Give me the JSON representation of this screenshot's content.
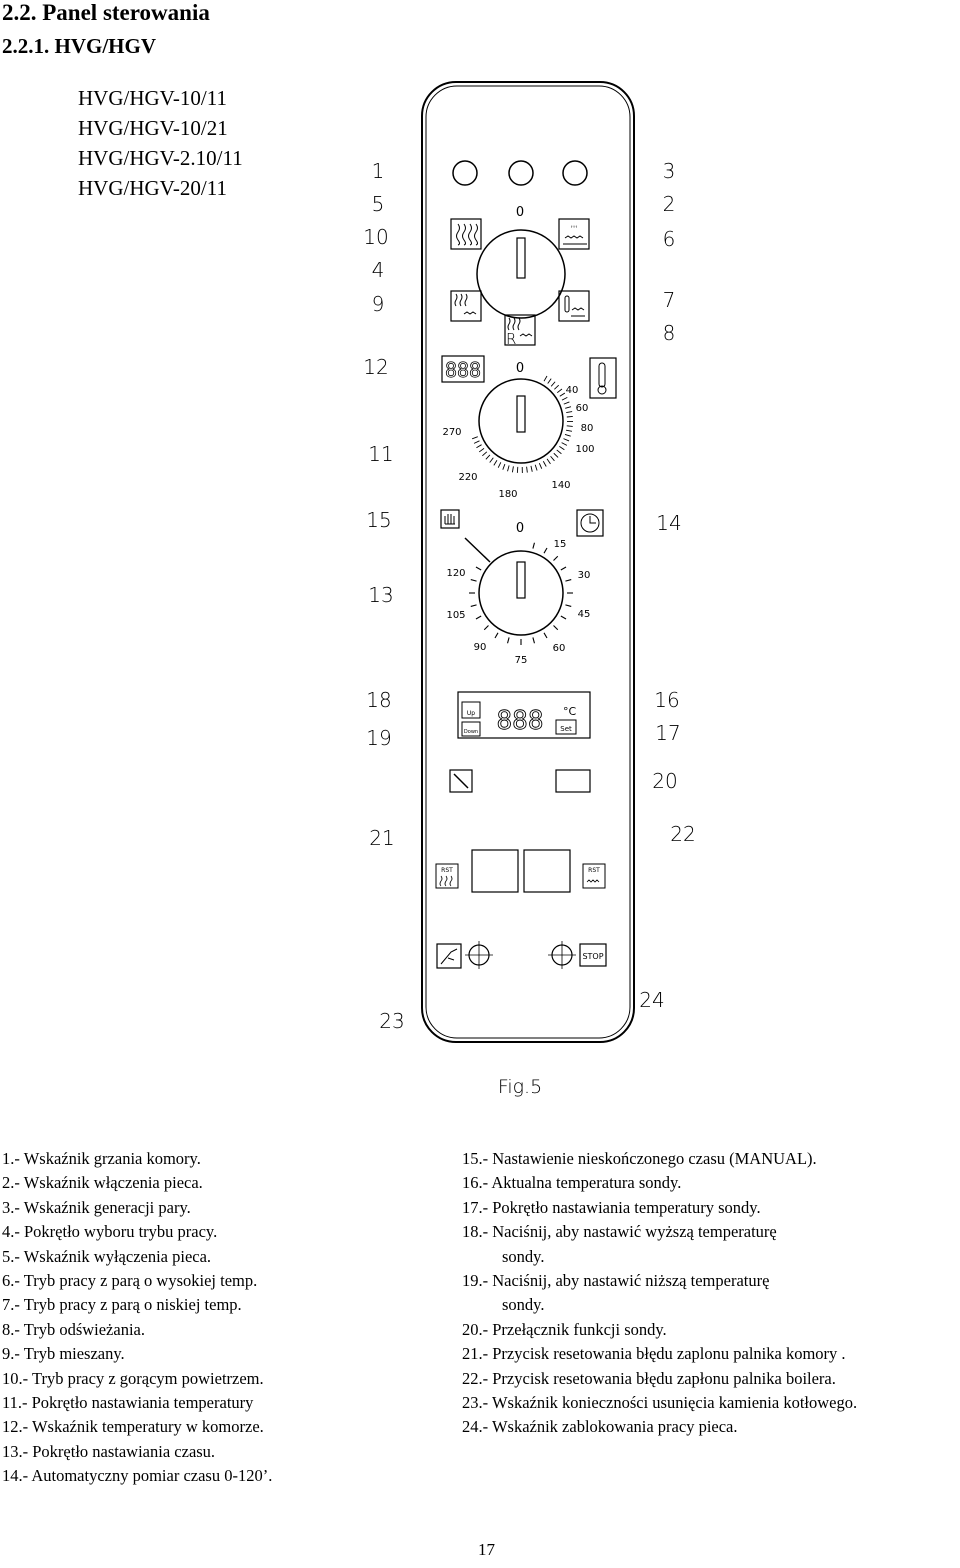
{
  "header": {
    "section": "2.2.  Panel sterowania",
    "subsection": "2.2.1.  HVG/HGV"
  },
  "models": [
    "HVG/HGV-10/11",
    "HVG/HGV-10/21",
    "HVG/HGV-2.10/11",
    "HVG/HGV-20/11"
  ],
  "figure": {
    "caption": "Fig.5",
    "callouts_left": [
      "1",
      "5",
      "10",
      "4",
      "9",
      "12",
      "11",
      "15",
      "13",
      "18",
      "19",
      "21",
      "23"
    ],
    "callouts_right": [
      "3",
      "2",
      "6",
      "7",
      "8",
      "14",
      "16",
      "17",
      "20",
      "22",
      "24"
    ],
    "selector_zero": "0",
    "selector_r": "R",
    "temp_scale": [
      "0",
      "40",
      "60",
      "80",
      "100",
      "140",
      "180",
      "220",
      "270"
    ],
    "time_scale": [
      "0",
      "15",
      "30",
      "45",
      "60",
      "75",
      "90",
      "105",
      "120"
    ],
    "btn_up": "Up",
    "btn_down": "Down",
    "btn_set": "Set",
    "display_digits": "888",
    "temp_unit": "°C",
    "btn_rst": "RST",
    "btn_stop": "STOP"
  },
  "legend_left": [
    "1.- Wskaźnik grzania komory.",
    "2.- Wskaźnik włączenia pieca.",
    "3.- Wskaźnik generacji pary.",
    "4.- Pokrętło wyboru trybu pracy.",
    "5.- Wskaźnik wyłączenia pieca.",
    "6.- Tryb pracy z parą o wysokiej temp.",
    "7.- Tryb pracy z parą o niskiej temp.",
    "8.- Tryb odświeżania.",
    "9.- Tryb mieszany.",
    "10.- Tryb pracy z gorącym powietrzem.",
    "11.- Pokrętło nastawiania temperatury",
    "12.- Wskaźnik temperatury w komorze.",
    "13.- Pokrętło nastawiania czasu.",
    "14.- Automatyczny pomiar czasu  0-120’."
  ],
  "legend_right": [
    {
      "text": "15.- Nastawienie nieskończonego czasu (MANUAL)."
    },
    {
      "text": "16.- Aktualna temperatura sondy."
    },
    {
      "text": "17.- Pokrętło nastawiania temperatury sondy."
    },
    {
      "text": "18.- Naciśnij, aby nastawić wyższą temperaturę"
    },
    {
      "text": "sondy.",
      "indent": true
    },
    {
      "text": "19.- Naciśnij, aby nastawić niższą temperaturę"
    },
    {
      "text": "sondy.",
      "indent": true
    },
    {
      "text": "20.- Przełącznik funkcji sondy."
    },
    {
      "text": "21.- Przycisk resetowania błędu zaplonu palnika komory ."
    },
    {
      "text": "22.- Przycisk resetowania błędu zapłonu palnika boilera."
    },
    {
      "text": "23.- Wskaźnik konieczności usunięcia kamienia kotłowego."
    },
    {
      "text": "24.- Wskaźnik zablokowania pracy pieca."
    }
  ],
  "page_number": "17"
}
